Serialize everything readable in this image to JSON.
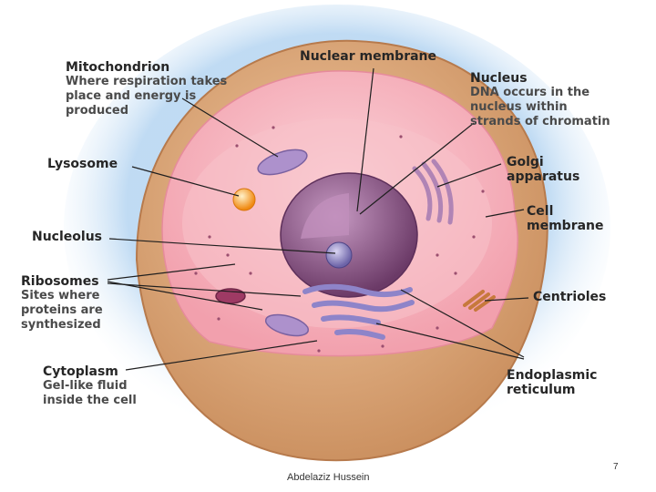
{
  "labels": {
    "mitochondrion": {
      "title": "Mitochondrion",
      "desc": [
        "Where respiration takes",
        "place and energy is",
        "produced"
      ]
    },
    "nuclear_membrane": {
      "title": "Nuclear membrane"
    },
    "nucleus": {
      "title": "Nucleus",
      "desc": [
        "DNA occurs in the",
        "nucleus within",
        "strands of chromatin"
      ]
    },
    "lysosome": {
      "title": "Lysosome"
    },
    "golgi": {
      "title": [
        "Golgi",
        "apparatus"
      ]
    },
    "cell_membrane": {
      "title": [
        "Cell",
        "membrane"
      ]
    },
    "nucleolus": {
      "title": "Nucleolus"
    },
    "ribosomes": {
      "title": "Ribosomes",
      "desc": [
        "Sites where",
        "proteins are",
        "synthesized"
      ]
    },
    "centrioles": {
      "title": "Centrioles"
    },
    "cytoplasm": {
      "title": "Cytoplasm",
      "desc": [
        "Gel-like fluid",
        "inside the cell"
      ]
    },
    "er": {
      "title": [
        "Endoplasmic",
        "reticulum"
      ]
    }
  },
  "footer": {
    "author": "Abdelaziz  Hussein",
    "page_number": "7"
  },
  "colors": {
    "outer_wall": "#d7a06f",
    "cytoplasm": "#f4a9b4",
    "cytoplasm_light": "#f9c6cd",
    "nucleus": "#7d4b79",
    "nucleus_inner": "#b98ab5",
    "nucleolus": "#8f87c2",
    "lysosome": "#f59b2b",
    "organelle": "#a88fc7",
    "glow": "#b9d7f2"
  }
}
